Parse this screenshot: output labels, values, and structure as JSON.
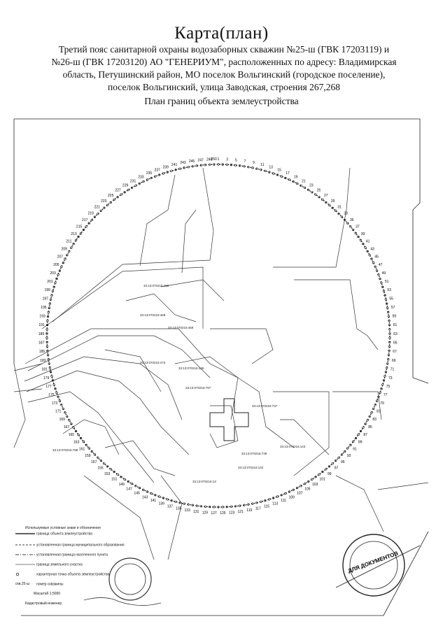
{
  "document": {
    "title": "Карта(план)",
    "subtitle_lines": [
      "Третий пояс санитарной охраны водозаборных скважин №25-ш (ГВК 17203119) и",
      "№26-ш (ГВК 17203120) АО \"ГЕНЕРИУМ\", расположенных по адресу: Владимирская",
      "область, Петушинский район, МО поселок Вольгинский (городское поселение),",
      "поселок Вольгинский, улица Заводская, строения 267,268"
    ],
    "plan_title": "План границ объекта землеустройства"
  },
  "map": {
    "boundary_point_count": 250,
    "parcel_labels": [
      "33:13:070216:469",
      "33:13:070216:468",
      "33:13:070216:473",
      "33:13:070216:445",
      "33:13:070216:797",
      "33:13:070216:737",
      "33:13:070216:739",
      "33:13:070216:142",
      "33:13:070216:143",
      "33:13:070216:13",
      "33:13:070216:459",
      "33:13:070216:798"
    ]
  },
  "legend": {
    "header": "Используемые условные знаки и обозначения",
    "items": [
      {
        "label": "граница объекта землеустройства"
      },
      {
        "label": "установленная граница муниципального образования"
      },
      {
        "label": "установленная граница населенного пункта"
      },
      {
        "label": "граница земельного участка"
      },
      {
        "label": "характерная точка объекта землеустройства"
      },
      {
        "label": "номер скважины",
        "symbol_text": "скв.25-ш"
      }
    ],
    "scale": "Масштаб 1:5000",
    "cadastral_engineer": "Кадастровый инженер"
  },
  "stamp": {
    "text": "ДЛЯ ДОКУМЕНТОВ"
  }
}
